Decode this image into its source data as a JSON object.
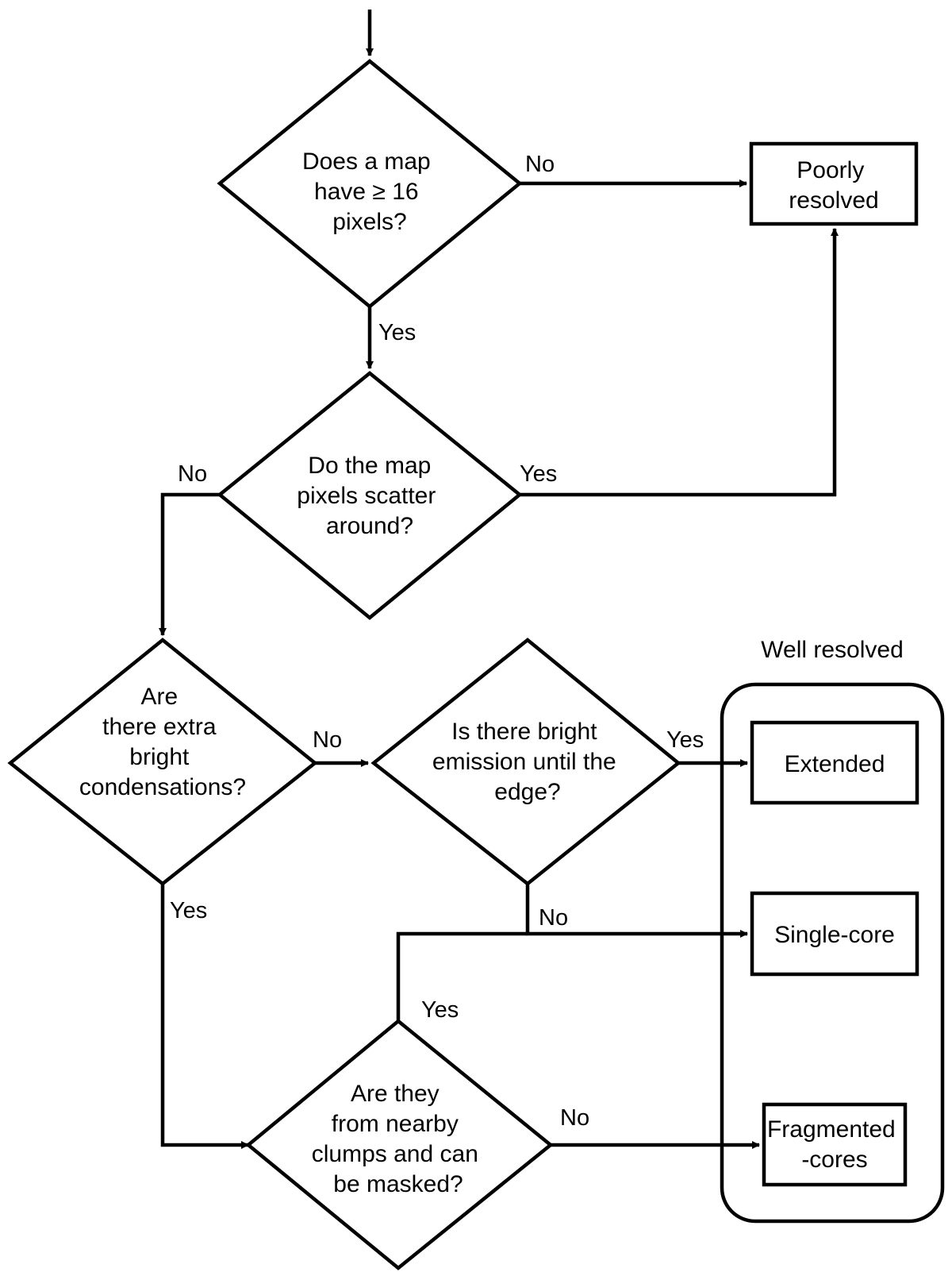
{
  "nodes": {
    "q_pixels": {
      "lines": [
        "Does a map",
        "have ≥ 16",
        "pixels?"
      ]
    },
    "q_scatter": {
      "lines": [
        "Do the map",
        "pixels scatter",
        "around?"
      ]
    },
    "q_condensations": {
      "lines": [
        "Are",
        "there extra",
        "bright",
        "condensations?"
      ]
    },
    "q_emission": {
      "lines": [
        "Is there bright",
        "emission until the",
        "edge?"
      ]
    },
    "q_clumps": {
      "lines": [
        "Are they",
        "from nearby",
        "clumps and can",
        "be masked?"
      ]
    },
    "poorly_resolved": {
      "lines": [
        "Poorly",
        "resolved"
      ]
    },
    "extended": {
      "lines": [
        "Extended"
      ]
    },
    "single_core": {
      "lines": [
        "Single-core"
      ]
    },
    "fragmented_cores": {
      "lines": [
        "Fragmented",
        "-cores"
      ]
    }
  },
  "group": {
    "title": "Well resolved"
  },
  "edge_labels": {
    "pixels_no": "No",
    "pixels_yes": "Yes",
    "scatter_no": "No",
    "scatter_yes": "Yes",
    "condensations_no": "No",
    "condensations_yes": "Yes",
    "emission_yes": "Yes",
    "emission_no": "No",
    "clumps_yes": "Yes",
    "clumps_no": "No"
  }
}
